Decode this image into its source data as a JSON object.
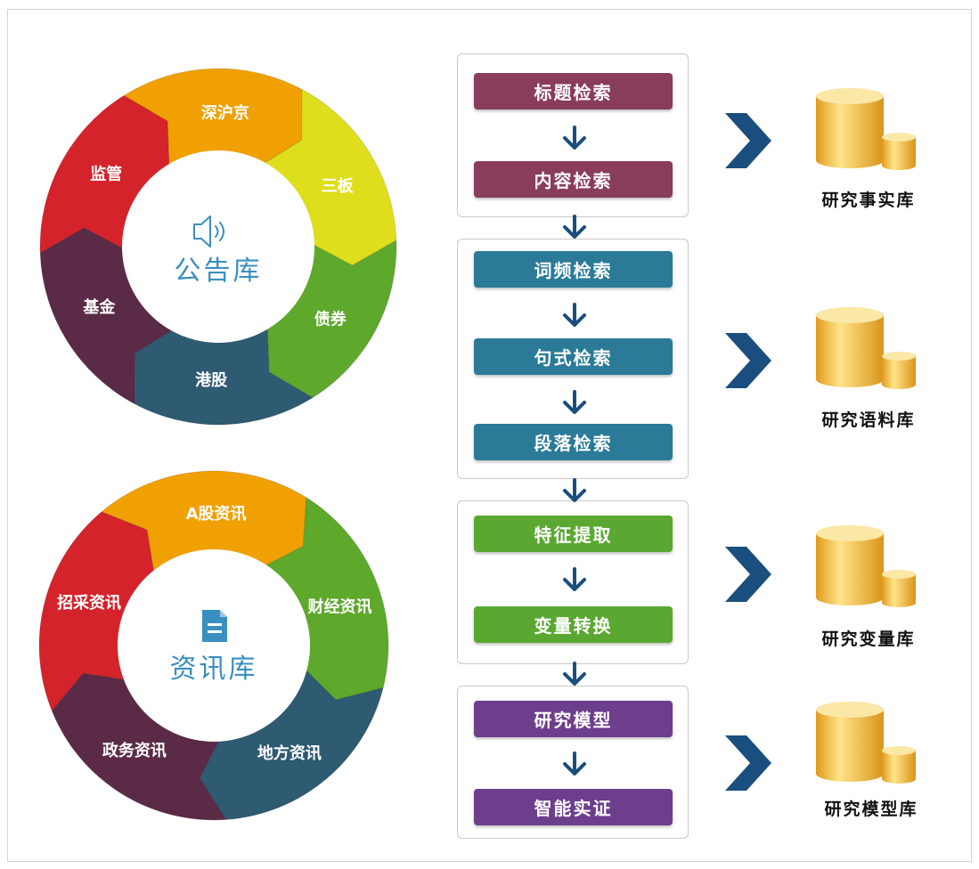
{
  "wheels": {
    "announcement": {
      "title": "公告库",
      "icon": "speaker-icon",
      "segments": [
        "深沪京",
        "三板",
        "债券",
        "港股",
        "基金",
        "监管"
      ],
      "colors": [
        "#f0a000",
        "#dede1c",
        "#5ea82c",
        "#2e5a72",
        "#5a2a46",
        "#d4232a"
      ]
    },
    "news": {
      "title": "资讯库",
      "icon": "document-icon",
      "segments": [
        "A股资讯",
        "财经资讯",
        "地方资讯",
        "政务资讯",
        "招采资讯"
      ],
      "colors": [
        "#f0a000",
        "#5ea82c",
        "#2e5a72",
        "#5a2a46",
        "#d4232a"
      ]
    }
  },
  "pipeline": {
    "steps": [
      {
        "label": "标题检索",
        "color": "#8a3c5c"
      },
      {
        "label": "内容检索",
        "color": "#8a3c5c"
      },
      {
        "label": "词频检索",
        "color": "#2a7a98"
      },
      {
        "label": "句式检索",
        "color": "#2a7a98"
      },
      {
        "label": "段落检索",
        "color": "#2a7a98"
      },
      {
        "label": "特征提取",
        "color": "#5aa832"
      },
      {
        "label": "变量转换",
        "color": "#5aa832"
      },
      {
        "label": "研究模型",
        "color": "#6c3e8c"
      },
      {
        "label": "智能实证",
        "color": "#6c3e8c"
      }
    ]
  },
  "outputs": [
    "研究事实库",
    "研究语料库",
    "研究变量库",
    "研究模型库"
  ],
  "colors": {
    "arrow": "#1a4e7e",
    "db_gold": "#e8b43a",
    "center_text": "#3a8fc0"
  }
}
